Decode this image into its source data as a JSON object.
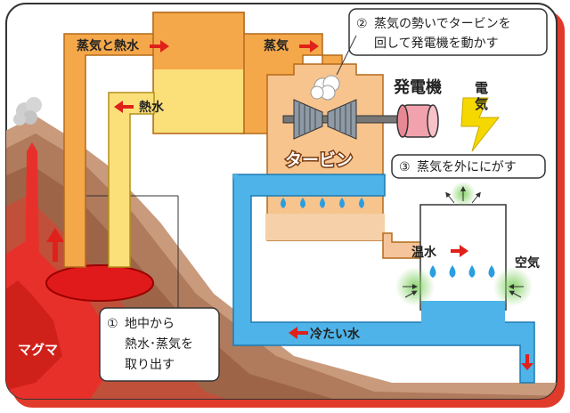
{
  "labels": {
    "steam_and_hot_water": "蒸気と熱水",
    "steam": "蒸気",
    "hot_water": "熱水",
    "generator": "発電機",
    "electricity": "電気",
    "turbine": "タービン",
    "warm_water": "温水",
    "air": "空気",
    "cold_water": "冷たい水",
    "magma": "マグマ"
  },
  "callouts": {
    "step1_number": "①",
    "step1_line1": "地中から",
    "step1_line2": "熱水･蒸気を",
    "step1_line3": "取り出す",
    "step2_number": "②",
    "step2_line1": "蒸気の勢いでタービンを",
    "step2_line2": "回して発電機を動かす",
    "step3_number": "③",
    "step3_text": "蒸気を外ににがす"
  },
  "colors": {
    "frame_red": "#e03a2a",
    "pipe_orange": "#f5a84a",
    "pipe_yellow": "#fbe07a",
    "pipe_blue": "#4db3e8",
    "turbine_bg": "#f7c48e",
    "magma_red": "#e8302a",
    "ground_brown": "#b9866a",
    "bolt_yellow": "#f5d800",
    "arrow_red": "#e0201a"
  }
}
